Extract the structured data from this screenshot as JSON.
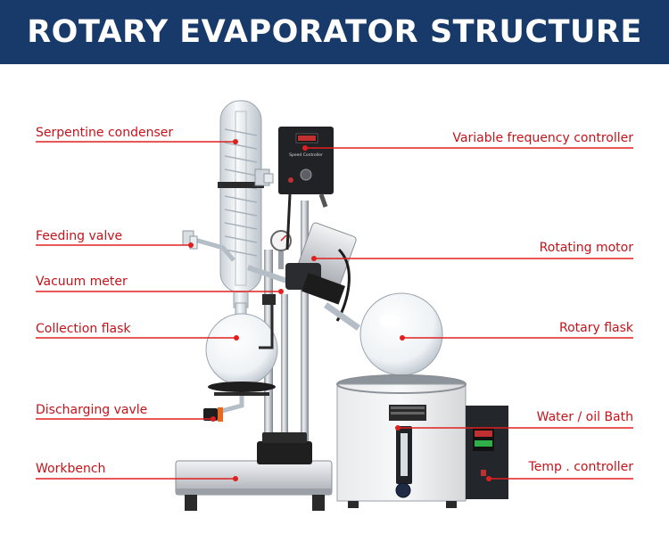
{
  "header": {
    "title": "ROTARY EVAPORATOR STRUCTURE"
  },
  "colors": {
    "banner": "#173a6b",
    "label": "#c5131a",
    "leader": "#e02020"
  },
  "device": {
    "motor_controller_caption": "Speed Controller"
  },
  "labels_left": [
    {
      "id": "serpentine-condenser",
      "text": "Serpentine condenser"
    },
    {
      "id": "feeding-valve",
      "text": "Feeding valve"
    },
    {
      "id": "vacuum-meter",
      "text": "Vacuum meter"
    },
    {
      "id": "collection-flask",
      "text": "Collection flask"
    },
    {
      "id": "discharging-valve",
      "text": "Discharging vavle"
    },
    {
      "id": "workbench",
      "text": "Workbench"
    }
  ],
  "labels_right": [
    {
      "id": "variable-frequency-controller",
      "text": "Variable frequency controller"
    },
    {
      "id": "rotating-motor",
      "text": "Rotating motor"
    },
    {
      "id": "rotary-flask",
      "text": "Rotary flask"
    },
    {
      "id": "water-oil-bath",
      "text": "Water / oil Bath"
    },
    {
      "id": "temp-controller",
      "text": "Temp . controller"
    }
  ]
}
